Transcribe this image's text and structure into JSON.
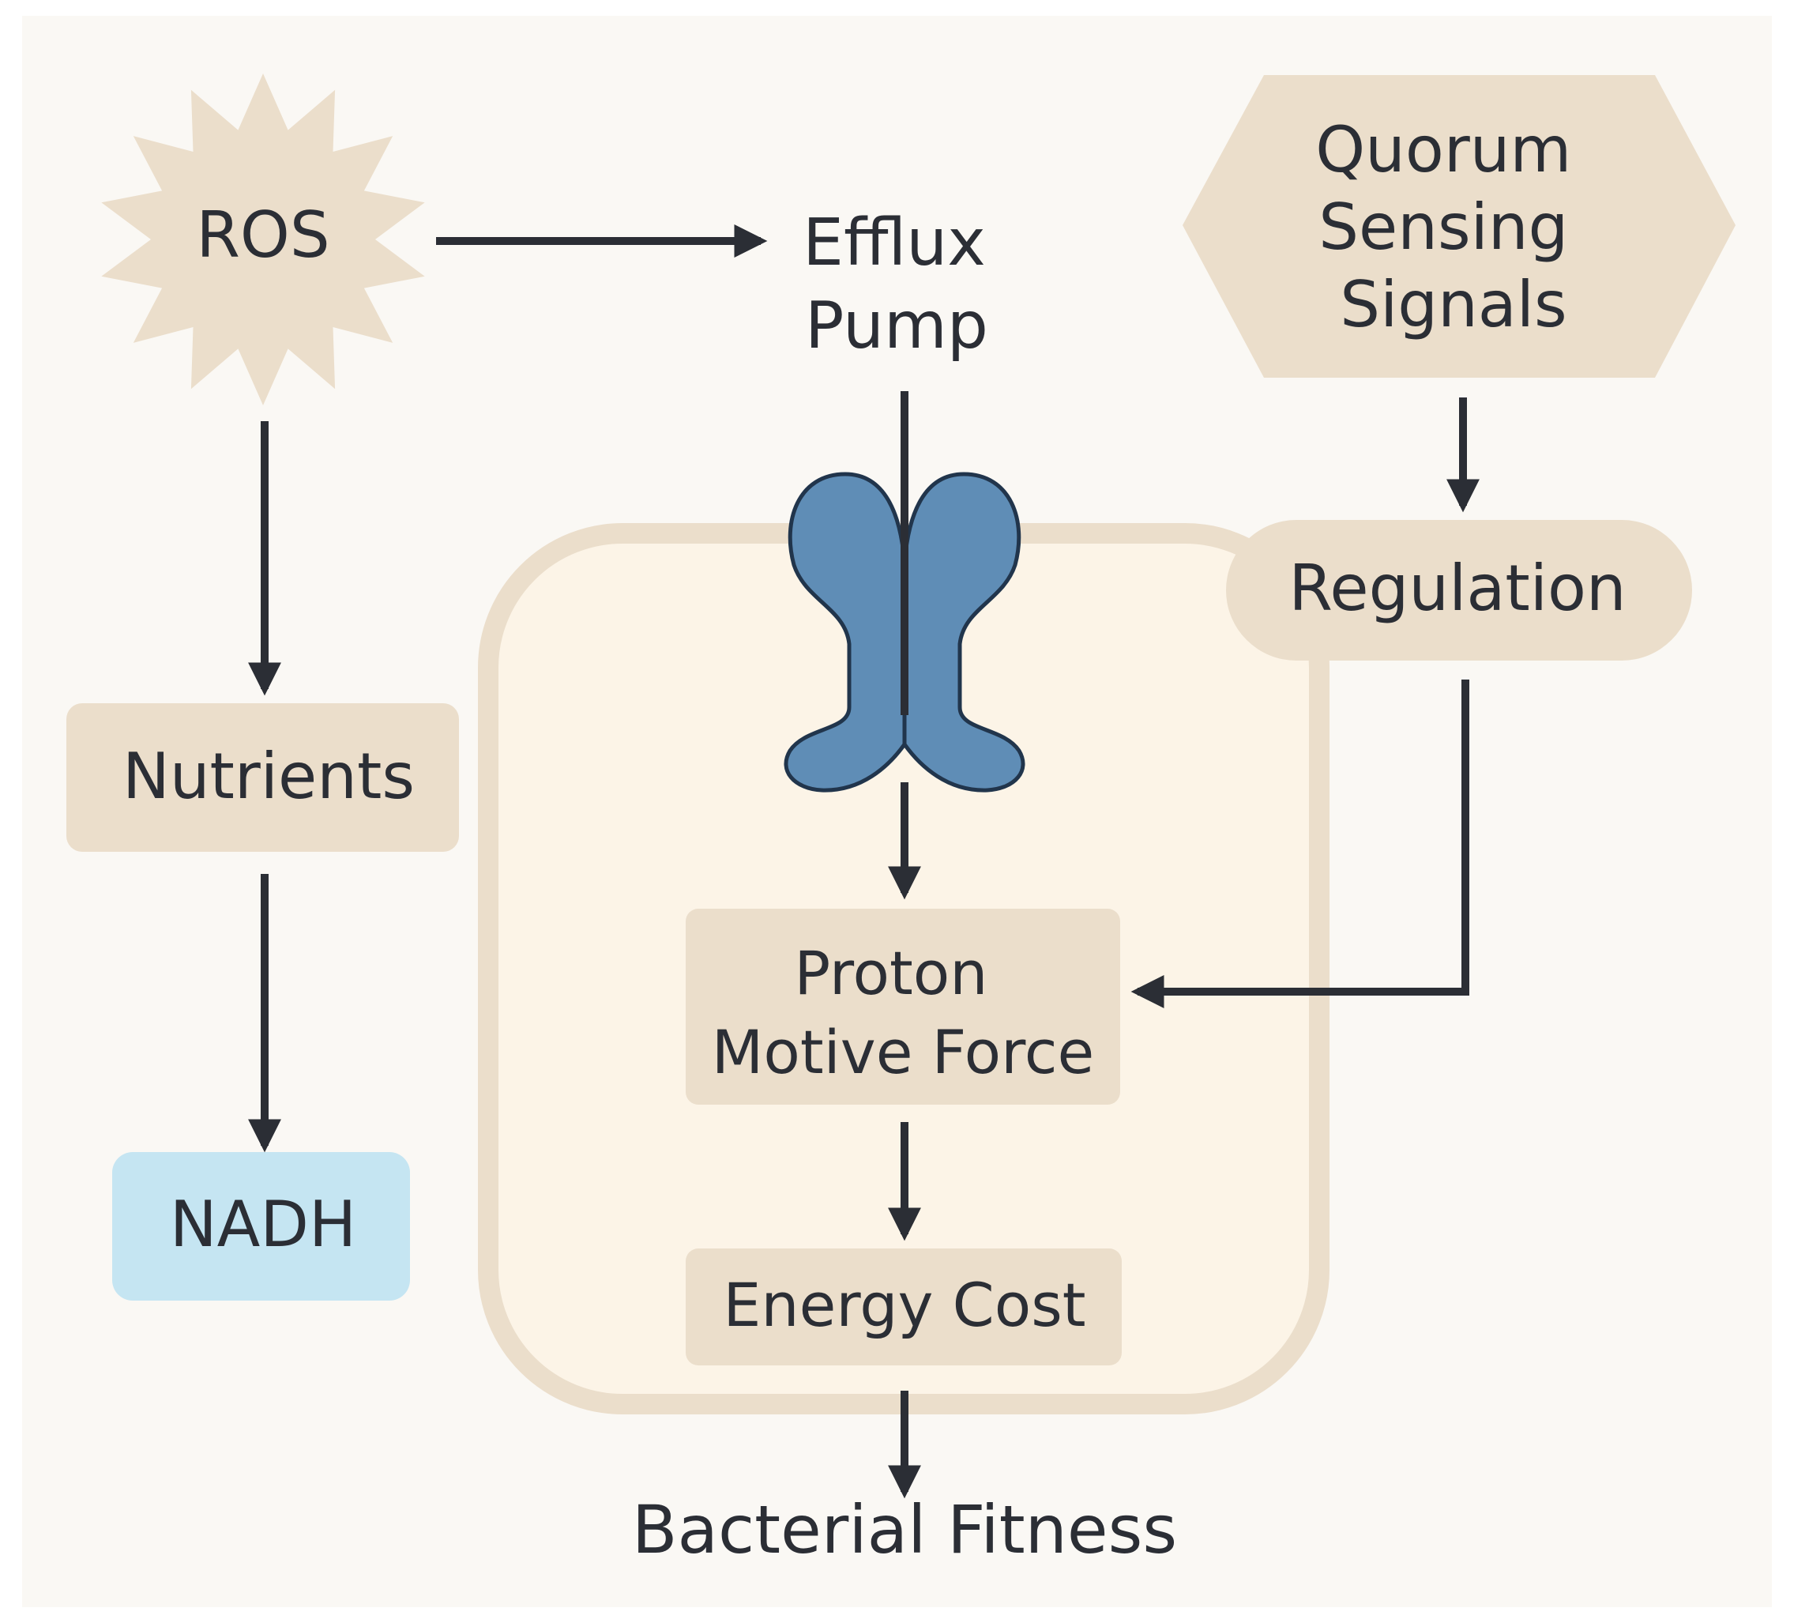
{
  "nodes": {
    "ros": {
      "label": "ROS"
    },
    "efflux_pump": {
      "lines": [
        "Efflux",
        "Pump"
      ]
    },
    "quorum": {
      "lines": [
        "Quorum",
        "Sensing",
        "Signals"
      ]
    },
    "regulation": {
      "label": "Regulation"
    },
    "nutrients": {
      "label": "Nutrients"
    },
    "nadh": {
      "label": "NADH"
    },
    "pmf": {
      "lines": [
        "Proton",
        "Motive Force"
      ]
    },
    "energy_cost": {
      "label": "Energy Cost"
    },
    "fitness": {
      "label": "Bacterial Fitness"
    }
  },
  "colors": {
    "background": "#faf8f4",
    "node_fill": "#ebdecb",
    "cell_fill": "#fcf4e7",
    "cell_border": "#ebdecb",
    "nadh_fill": "#c5e5f2",
    "pump_fill": "#5f8db6",
    "pump_outline": "#21354c",
    "arrow": "#2b2e35",
    "text": "#2b2e35"
  },
  "icons": {
    "ros_shape": "starburst",
    "pump_shape": "transporter-protein-icon",
    "quorum_shape": "hexagon"
  }
}
